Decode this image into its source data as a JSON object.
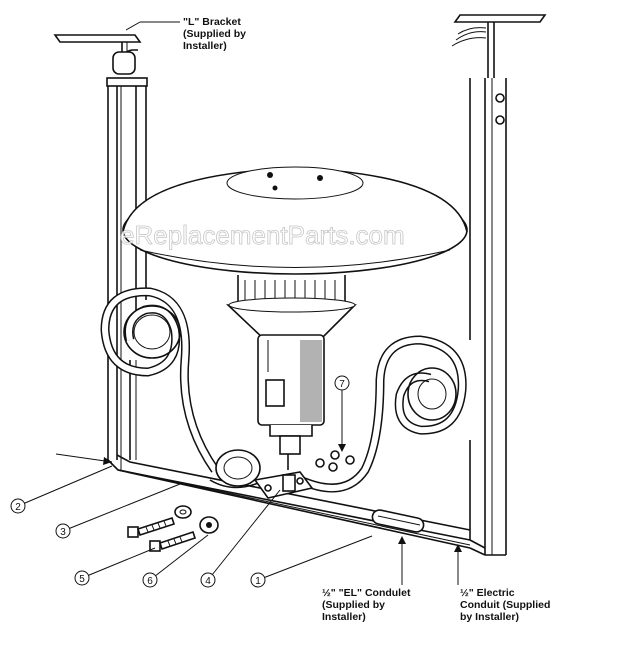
{
  "watermark": "eReplacementParts.com",
  "labels": {
    "l_bracket": [
      "\"L\" Bracket",
      "(Supplied by",
      "Installer)"
    ],
    "el_condulet": [
      "½\" \"EL\" Condulet",
      "(Supplied by",
      "Installer)"
    ],
    "electric_conduit": [
      "½\" Electric",
      "Conduit (Supplied",
      "by Installer)"
    ]
  },
  "callouts": [
    "1",
    "2",
    "3",
    "4",
    "5",
    "6",
    "7"
  ],
  "colors": {
    "ink": "#111111",
    "paper": "#ffffff"
  }
}
